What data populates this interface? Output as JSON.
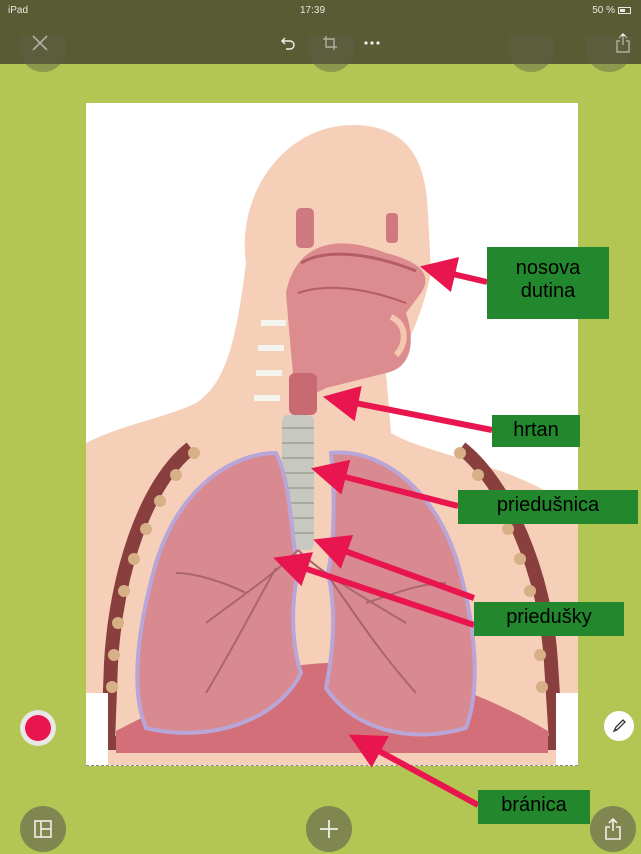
{
  "status_bar": {
    "device": "iPad",
    "time": "17:39",
    "battery": "50 %"
  },
  "toolbar": {
    "close_icon": "close-icon",
    "undo_icon": "undo-icon",
    "crop_icon": "crop-icon",
    "more_icon": "more-icon",
    "share_icon": "share-icon"
  },
  "labels": {
    "nasal_cavity": "nosova dutina",
    "larynx": "hrtan",
    "trachea": "priedušnica",
    "bronchi": "priedušky",
    "diaphragm": "bránica"
  },
  "colors": {
    "background": "#b3c552",
    "toolbar": "#585c34",
    "label": "#23872e",
    "arrow": "#e9154e",
    "selected_color": "#e9154e"
  },
  "bottom_bar": {
    "layout_icon": "layout-icon",
    "add_icon": "plus-icon",
    "export_icon": "export-icon",
    "pen_icon": "pen-icon"
  }
}
